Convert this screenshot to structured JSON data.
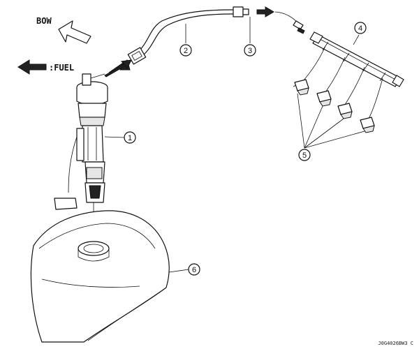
{
  "labels": {
    "bow": "BOW",
    "fuel": ":FUEL",
    "drawing_code": "J0G4026BW3 C"
  },
  "callouts": [
    "1",
    "2",
    "3",
    "4",
    "5",
    "6"
  ]
}
